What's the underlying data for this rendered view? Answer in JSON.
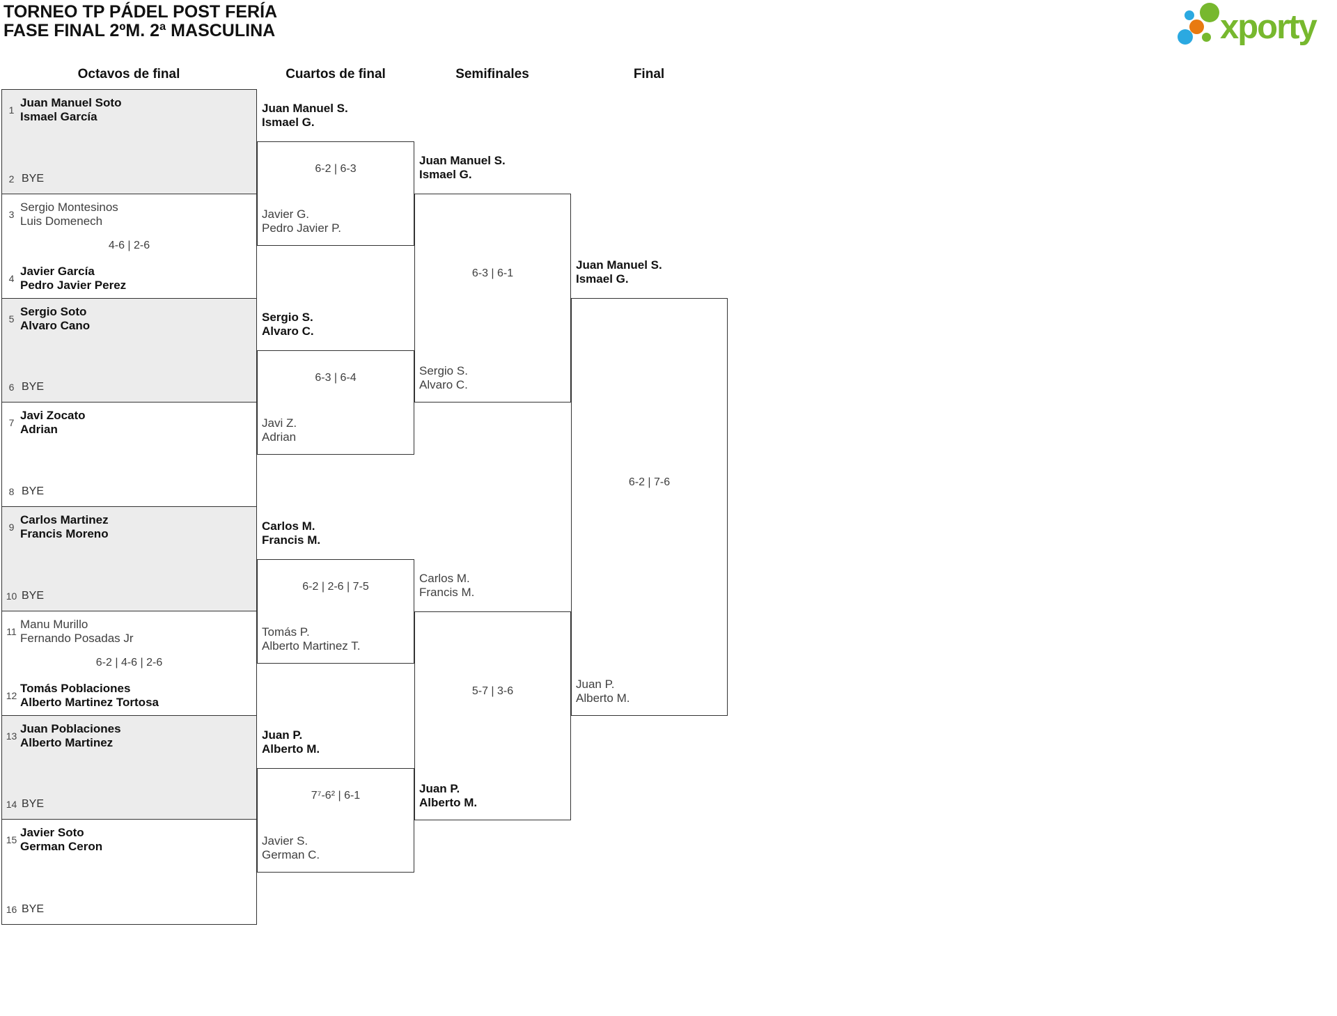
{
  "title": {
    "line1": "TORNEO TP PÁDEL POST FERÍA",
    "line2": "FASE FINAL 2ºM. 2ª MASCULINA"
  },
  "logo": {
    "brand": "xporty",
    "dot_colors": {
      "green": "#77b82e",
      "blue": "#2ba9e1",
      "orange": "#e87a11"
    },
    "brand_color": "#77b82e"
  },
  "round_headers": [
    "Octavos de final",
    "Cuartos de final",
    "Semifinales",
    "Final"
  ],
  "bye_label": "BYE",
  "octavos": [
    {
      "top": {
        "seed": "1",
        "names": [
          "Juan Manuel Soto",
          "Ismael García"
        ]
      },
      "bottom": {
        "seed": "2",
        "bye": "BYE"
      },
      "score": "",
      "winner": "top"
    },
    {
      "top": {
        "seed": "3",
        "names": [
          "Sergio Montesinos",
          "Luis Domenech"
        ]
      },
      "bottom": {
        "seed": "4",
        "names": [
          "Javier García",
          "Pedro Javier Perez"
        ]
      },
      "score": "4-6 | 2-6",
      "winner": "bottom"
    },
    {
      "top": {
        "seed": "5",
        "names": [
          "Sergio Soto",
          "Alvaro Cano"
        ]
      },
      "bottom": {
        "seed": "6",
        "bye": "BYE"
      },
      "score": "",
      "winner": "top"
    },
    {
      "top": {
        "seed": "7",
        "names": [
          "Javi Zocato",
          "Adrian"
        ]
      },
      "bottom": {
        "seed": "8",
        "bye": "BYE"
      },
      "score": "",
      "winner": "top"
    },
    {
      "top": {
        "seed": "9",
        "names": [
          "Carlos Martinez",
          "Francis Moreno"
        ]
      },
      "bottom": {
        "seed": "10",
        "bye": "BYE"
      },
      "score": "",
      "winner": "top"
    },
    {
      "top": {
        "seed": "11",
        "names": [
          "Manu Murillo",
          "Fernando Posadas Jr"
        ]
      },
      "bottom": {
        "seed": "12",
        "names": [
          "Tomás Poblaciones",
          "Alberto Martinez Tortosa"
        ]
      },
      "score": "6-2 | 4-6 | 2-6",
      "winner": "bottom"
    },
    {
      "top": {
        "seed": "13",
        "names": [
          "Juan Poblaciones",
          "Alberto Martinez"
        ]
      },
      "bottom": {
        "seed": "14",
        "bye": "BYE"
      },
      "score": "",
      "winner": "top"
    },
    {
      "top": {
        "seed": "15",
        "names": [
          "Javier Soto",
          "German Ceron"
        ]
      },
      "bottom": {
        "seed": "16",
        "bye": "BYE"
      },
      "score": "",
      "winner": "top"
    }
  ],
  "cuartos": [
    {
      "top": [
        "Juan Manuel S.",
        "Ismael G."
      ],
      "bottom": [
        "Javier G.",
        "Pedro Javier P."
      ],
      "score": "6-2 | 6-3",
      "winner": "top"
    },
    {
      "top": [
        "Sergio S.",
        "Alvaro C."
      ],
      "bottom": [
        "Javi Z.",
        "Adrian"
      ],
      "score": "6-3 | 6-4",
      "winner": "top"
    },
    {
      "top": [
        "Carlos M.",
        "Francis M."
      ],
      "bottom": [
        "Tomás P.",
        "Alberto Martinez T."
      ],
      "score": "6-2 | 2-6 | 7-5",
      "winner": "top"
    },
    {
      "top": [
        "Juan P.",
        "Alberto M."
      ],
      "bottom": [
        "Javier S.",
        "German C."
      ],
      "score": "7⁷-6² | 6-1",
      "winner": "top"
    }
  ],
  "semifinales": [
    {
      "top": [
        "Juan Manuel S.",
        "Ismael G."
      ],
      "bottom": [
        "Sergio S.",
        "Alvaro C."
      ],
      "score": "6-3 | 6-1",
      "winner": "top"
    },
    {
      "top": [
        "Carlos M.",
        "Francis M."
      ],
      "bottom": [
        "Juan P.",
        "Alberto M."
      ],
      "score": "5-7 | 3-6",
      "winner": "bottom"
    }
  ],
  "final": [
    {
      "top": [
        "Juan Manuel S.",
        "Ismael G."
      ],
      "bottom": [
        "Juan P.",
        "Alberto M."
      ],
      "score": "6-2 | 7-6",
      "winner": "top"
    }
  ]
}
